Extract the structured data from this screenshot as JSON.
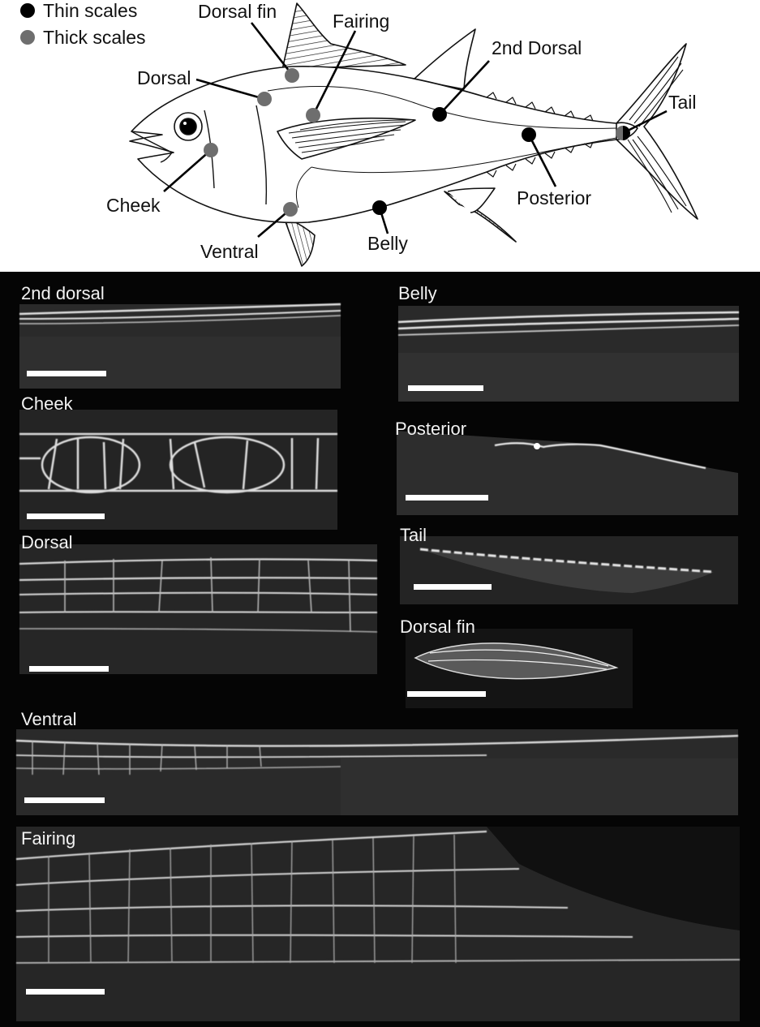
{
  "legend": {
    "thin": {
      "label": "Thin scales",
      "color": "#000000"
    },
    "thick": {
      "label": "Thick scales",
      "color": "#6e6e6e"
    }
  },
  "fish_labels": {
    "dorsal_fin": "Dorsal fin",
    "fairing": "Fairing",
    "second_dorsal": "2nd Dorsal",
    "dorsal": "Dorsal",
    "tail": "Tail",
    "cheek": "Cheek",
    "posterior": "Posterior",
    "ventral": "Ventral",
    "belly": "Belly"
  },
  "panels": {
    "second_dorsal": "2nd dorsal",
    "belly": "Belly",
    "cheek": "Cheek",
    "posterior": "Posterior",
    "dorsal": "Dorsal",
    "tail": "Tail",
    "dorsal_fin": "Dorsal fin",
    "ventral": "Ventral",
    "fairing": "Fairing"
  }
}
